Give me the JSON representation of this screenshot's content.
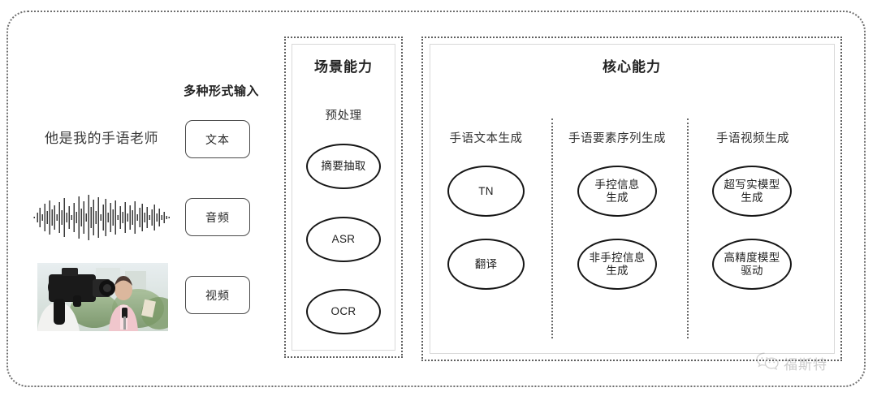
{
  "diagram": {
    "input_section": {
      "heading": "多种形式输入",
      "sample_text": "他是我的手语老师",
      "modalities": [
        {
          "label": "文本",
          "icon": "text-sample"
        },
        {
          "label": "音频",
          "icon": "audio-waveform"
        },
        {
          "label": "视频",
          "icon": "video-thumbnail"
        }
      ]
    },
    "scene_section": {
      "title": "场景能力",
      "subtitle": "预处理",
      "nodes": [
        {
          "label": "摘要抽取"
        },
        {
          "label": "ASR"
        },
        {
          "label": "OCR"
        }
      ]
    },
    "core_section": {
      "title": "核心能力",
      "columns": [
        {
          "title": "手语文本生成",
          "nodes": [
            {
              "line1": "TN",
              "line2": ""
            },
            {
              "line1": "翻译",
              "line2": ""
            }
          ]
        },
        {
          "title": "手语要素序列生成",
          "nodes": [
            {
              "line1": "手控信息",
              "line2": "生成"
            },
            {
              "line1": "非手控信息",
              "line2": "生成"
            }
          ]
        },
        {
          "title": "手语视频生成",
          "nodes": [
            {
              "line1": "超写实模型",
              "line2": "生成"
            },
            {
              "line1": "高精度模型",
              "line2": "驱动"
            }
          ]
        }
      ]
    },
    "watermark": {
      "text": "福斯特",
      "icon": "wechat-icon"
    },
    "colors": {
      "background": "#ffffff",
      "border_dotted": "#5e5e5e",
      "border_solid_light": "#d9d9d9",
      "ellipse_stroke": "#161616",
      "text": "#2b2b2b",
      "watermark": "#9a9a9a"
    }
  }
}
